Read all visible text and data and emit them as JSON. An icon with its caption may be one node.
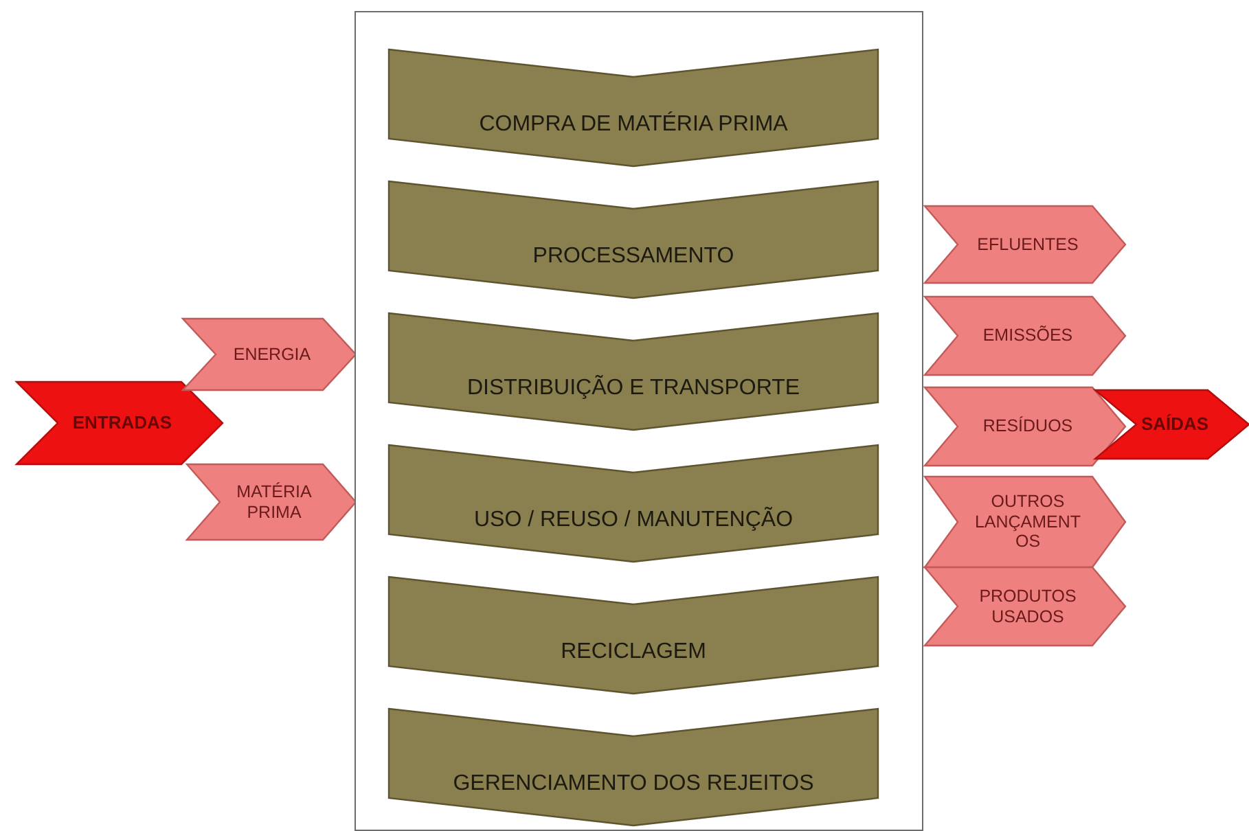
{
  "diagram": {
    "nodes": [
      {
        "text": [
          "ENTRADAS"
        ]
      },
      {
        "text": [
          "ENERGIA"
        ]
      },
      {
        "text": [
          "MATÉRIA PRIMA"
        ]
      },
      {
        "text": [],
        "shape": "box"
      },
      {
        "text": [
          "COMPRA DE MATÉRIA PRIMA"
        ],
        "in": 3
      },
      {
        "text": [
          "PROCESSAMENTO"
        ],
        "in": 3
      },
      {
        "text": [
          "DISTRIBUIÇÃO E TRANSPORTE"
        ],
        "in": 3
      },
      {
        "text": [
          "USO / REUSO / MANUTENÇÃO"
        ],
        "in": 3
      },
      {
        "text": [
          "RECICLAGEM"
        ],
        "in": 3
      },
      {
        "text": [
          "GERENCIAMENTO DOS REJEITOS"
        ],
        "in": 3
      },
      {
        "text": [
          "EFLUENTES"
        ]
      },
      {
        "text": [
          "EMISSÕES"
        ]
      },
      {
        "text": [
          "RESÍDUOS"
        ]
      },
      {
        "text": [
          "SAÍDAS"
        ]
      },
      {
        "text": [
          "OUTROS LANÇAMENTOS"
        ]
      },
      {
        "text": [
          "PRODUTOS USADOS"
        ]
      }
    ]
  }
}
